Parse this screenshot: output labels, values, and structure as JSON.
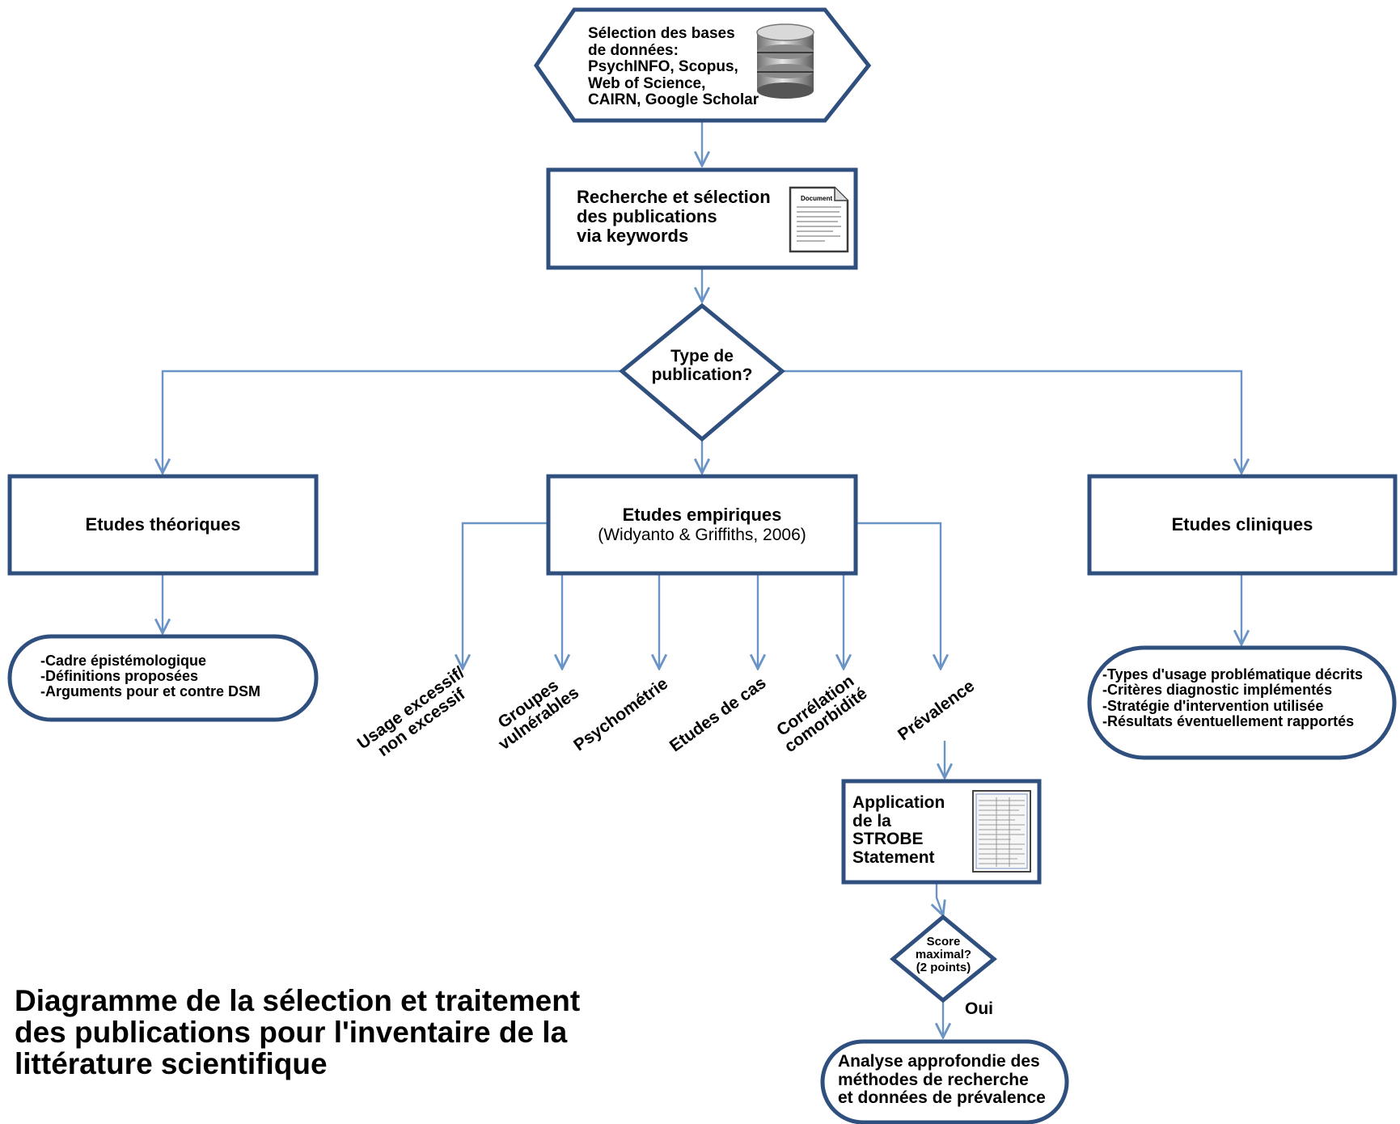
{
  "diagram": {
    "databases": {
      "lines": [
        "Sélection des bases",
        "de données:",
        "PsychINFO, Scopus,",
        "Web of Science,",
        "CAIRN, Google Scholar"
      ],
      "icon": "database-icon"
    },
    "search": {
      "lines": [
        "Recherche et sélection",
        "des publications",
        "via  keywords"
      ],
      "icon": "document-icon",
      "icon_label": "Document"
    },
    "decision_type": {
      "lines": [
        "Type de",
        "publication?"
      ]
    },
    "theoretical": {
      "title": "Etudes théoriques",
      "items": [
        "-Cadre épistémologique",
        "-Définitions proposées",
        "-Arguments pour et contre DSM"
      ]
    },
    "empirical": {
      "title": "Etudes empiriques",
      "subtitle": "(Widyanto & Griffiths, 2006)",
      "branches": [
        [
          "Usage excessif/",
          "non excessif"
        ],
        [
          "Groupes",
          "vulnérables"
        ],
        [
          "Psychométrie"
        ],
        [
          "Etudes de cas"
        ],
        [
          "Corrélation",
          "comorbidité"
        ],
        [
          "Prévalence"
        ]
      ]
    },
    "clinical": {
      "title": "Etudes cliniques",
      "items": [
        "-Types d'usage problématique décrits",
        "-Critères diagnostic implémentés",
        "-Stratégie d'intervention utilisée",
        "-Résultats éventuellement rapportés"
      ]
    },
    "strobe": {
      "lines": [
        "Application",
        "de la",
        "STROBE",
        "Statement"
      ],
      "icon": "checklist-icon"
    },
    "decision_score": {
      "lines": [
        "Score",
        "maximal?",
        "(2 points)"
      ]
    },
    "yes_label": "Oui",
    "analysis": {
      "lines": [
        "Analyse approfondie des",
        "méthodes de recherche",
        "et données de prévalence"
      ]
    },
    "caption": [
      "Diagramme de la sélection et traitement",
      "des publications pour l'inventaire de la",
      "littérature scientifique"
    ]
  },
  "colors": {
    "box_border": "#2f4f7f",
    "arrow": "#6b94c6"
  }
}
